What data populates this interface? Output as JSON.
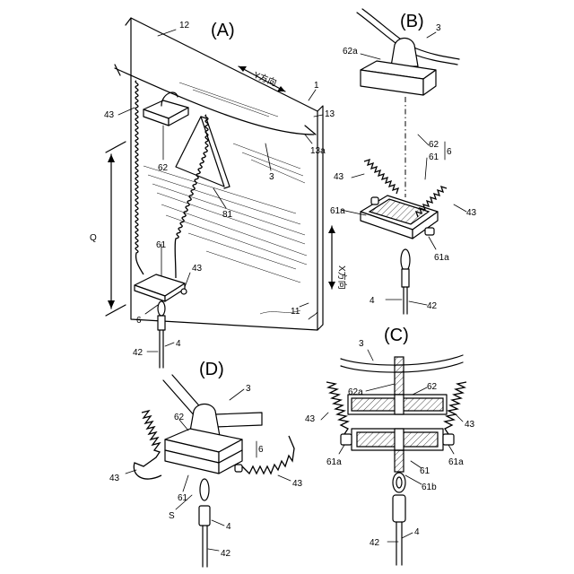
{
  "panels": {
    "A": {
      "title": "(A)"
    },
    "B": {
      "title": "(B)"
    },
    "C": {
      "title": "(C)"
    },
    "D": {
      "title": "(D)"
    }
  },
  "labels": {
    "A": {
      "r12": "12",
      "y_dir": "Y方向",
      "r1": "1",
      "r13": "13",
      "r13a": "13a",
      "r43_top": "43",
      "r62": "62",
      "r3": "3",
      "r81": "81",
      "Q": "Q",
      "r61": "61",
      "r43_mid": "43",
      "x_dir": "X方向",
      "r6": "6",
      "r11": "11",
      "r42": "42",
      "r4": "4"
    },
    "B": {
      "r62a": "62a",
      "r3": "3",
      "r62": "62",
      "r61": "61",
      "r6": "6",
      "r43_left": "43",
      "r43_right": "43",
      "r61a_left": "61a",
      "r61a_right": "61a",
      "r4": "4",
      "r42": "42"
    },
    "C": {
      "r3": "3",
      "r62a": "62a",
      "r62": "62",
      "r43_left": "43",
      "r43_right": "43",
      "r61a_left": "61a",
      "r61a_right": "61a",
      "r61": "61",
      "r61b": "61b",
      "r4": "4",
      "r42": "42"
    },
    "D": {
      "r3": "3",
      "r62": "62",
      "r6": "6",
      "r43_left": "43",
      "r43_right": "43",
      "r61": "61",
      "S": "S",
      "r4": "4",
      "r42": "42"
    }
  }
}
